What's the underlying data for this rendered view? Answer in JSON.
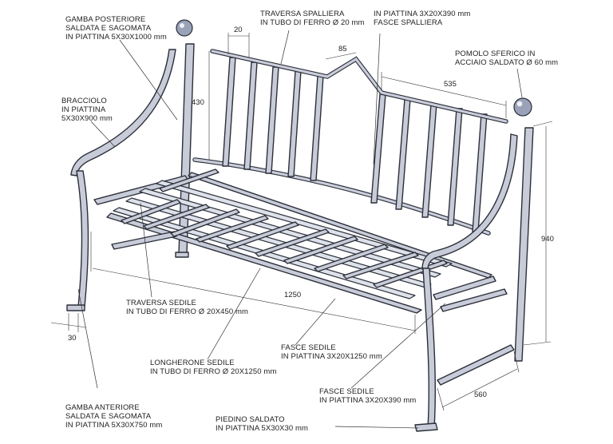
{
  "labels": {
    "gamba_posteriore": [
      "GAMBA POSTERIORE",
      "SALDATA E SAGOMATA",
      "IN PIATTINA 5X30X1000 mm"
    ],
    "traversa_spalliera": [
      "TRAVERSA SPALLIERA",
      "IN TUBO DI FERRO Ø 20 mm"
    ],
    "piattina_spalliera": [
      "IN PIATTINA 3X20X390 mm",
      "FASCE SPALLIERA"
    ],
    "pomolo": [
      "POMOLO SFERICO IN",
      "ACCIAIO SALDATO Ø 60 mm"
    ],
    "bracciolo": [
      "BRACCIOLO",
      "IN PIATTINA",
      "5X30X900 mm"
    ],
    "traversa_sedile": [
      "TRAVERSA SEDILE",
      "IN TUBO DI FERRO Ø 20X450 mm"
    ],
    "longherone": [
      "LONGHERONE SEDILE",
      "IN TUBO DI FERRO Ø 20X1250 mm"
    ],
    "fasce_sedile_long": [
      "FASCE SEDILE",
      "IN PIATTINA 3X20X1250 mm"
    ],
    "fasce_sedile_short": [
      "FASCE SEDILE",
      "IN PIATTINA 3X20X390 mm"
    ],
    "gamba_anteriore": [
      "GAMBA ANTERIORE",
      "SALDATA E SAGOMATA",
      "IN PIATTINA 5X30X750 mm"
    ],
    "piedino": [
      "PIEDINO SALDATO",
      "IN PIATTINA 5X30X30 mm"
    ]
  },
  "dimensions": {
    "d20": "20",
    "d85": "85",
    "d430": "430",
    "d535": "535",
    "d940": "940",
    "d1250": "1250",
    "d30": "30",
    "d560": "560"
  }
}
